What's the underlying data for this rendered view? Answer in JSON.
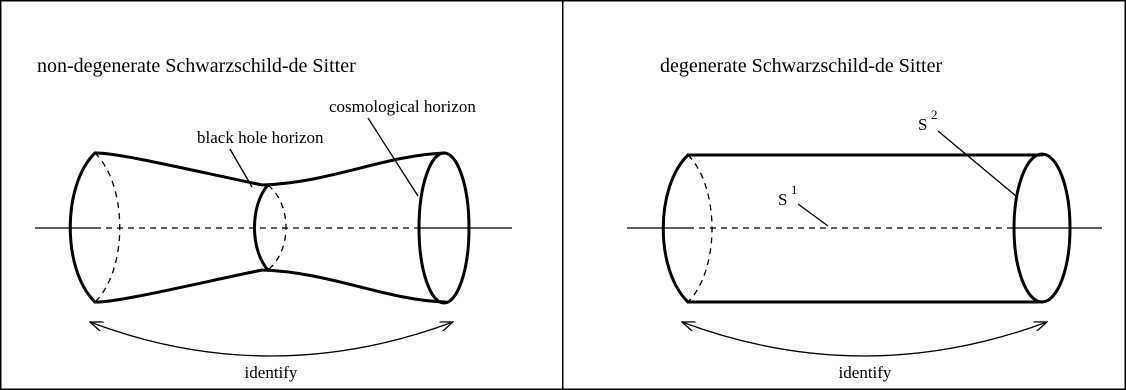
{
  "panels": {
    "left": {
      "title": "non-degenerate Schwarzschild-de Sitter",
      "label_cosmological": "cosmological horizon",
      "label_black_hole": "black hole horizon",
      "label_identify": "identify"
    },
    "right": {
      "title": "degenerate Schwarzschild-de Sitter",
      "label_s1": "S",
      "label_s1_sup": "1",
      "label_s2": "S",
      "label_s2_sup": "2",
      "label_identify": "identify"
    }
  }
}
